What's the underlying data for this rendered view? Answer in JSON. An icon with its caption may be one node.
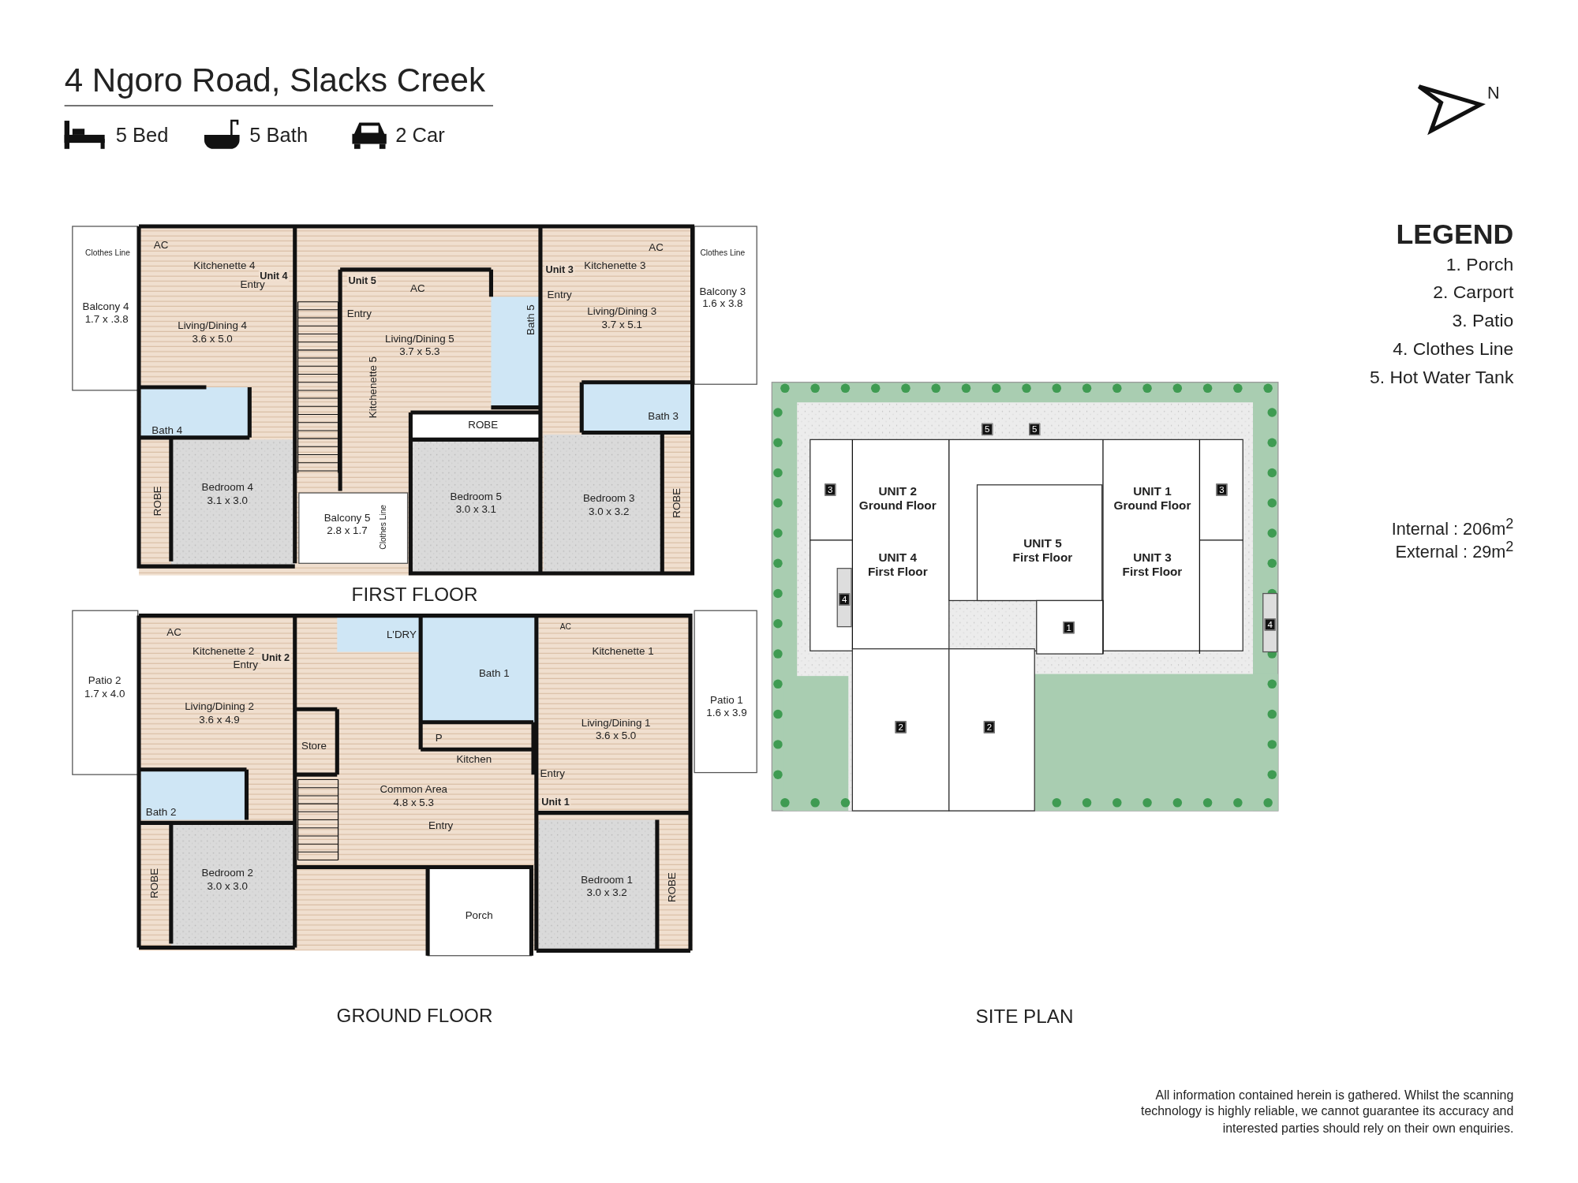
{
  "diagram": {
    "title": "4 Ngoro Road, Slacks Creek",
    "labels": [
      "5 Bed",
      "5 Bath",
      "2 Car",
      "N",
      "AC",
      "Clothes Line",
      "Kitchenette 4",
      "Unit 4",
      "Entry",
      "Balcony 4",
      "1.7 x .3.8",
      "Living/Dining 4",
      "3.6 x 5.0",
      "Unit 5",
      "AC",
      "Entry",
      "Living/Dining 5",
      "3.7 x 5.3",
      "Kitchenette 5",
      "Bath 5",
      "Unit 3",
      "Kitchenette 3",
      "AC",
      "Entry",
      "Clothes Line",
      "Balcony 3",
      "1.6 x 3.8",
      "Living/Dining 3",
      "3.7 x 5.1",
      "Bath 4",
      "ROBE",
      "Bath 3",
      "ROBE",
      "Bedroom 4",
      "3.1 x 3.0",
      "Bedroom 5",
      "3.0 x 3.1",
      "Bedroom 3",
      "3.0 x 3.2",
      "ROBE",
      "Balcony 5",
      "2.8 x 1.7",
      "Clothes Line",
      "FIRST FLOOR",
      "AC",
      "Kitchenette 2",
      "Unit 2",
      "Entry",
      "L'DRY",
      "AC",
      "Kitchenette 1",
      "Patio 2",
      "1.7 x 4.0",
      "Bath 1",
      "Patio 1",
      "1.6 x 3.9",
      "Living/Dining 2",
      "3.6 x 4.9",
      "P",
      "Living/Dining 1",
      "3.6 x 5.0",
      "Store",
      "Kitchen",
      "Entry",
      "Common Area",
      "4.8 x 5.3",
      "Unit 1",
      "Bath 2",
      "Entry",
      "ROBE",
      "Bedroom 2",
      "3.0 x 3.0",
      "Bedroom 1",
      "3.0 x 3.2",
      "ROBE",
      "Porch",
      "GROUND FLOOR",
      "5",
      "5",
      "3",
      "UNIT 2 Ground Floor",
      "3",
      "UNIT 1 Ground Floor",
      "UNIT 5 First Floor",
      "UNIT 4 First Floor",
      "UNIT 3 First Floor",
      "4",
      "4",
      "1",
      "2",
      "2",
      "SITE PLAN",
      "LEGEND",
      "1. Porch",
      "2. Carport",
      "3. Patio",
      "4. Clothes Line",
      "5. Hot Water Tank",
      "Internal : 206m$^{2}$",
      "External : 29m$^{2}$",
      "All information contained herein is gathered. Whilst the scanning technology is highly reliable, we cannot guarantee its accuracy and interested parties should rely on their own enquiries."
    ]
  }
}
